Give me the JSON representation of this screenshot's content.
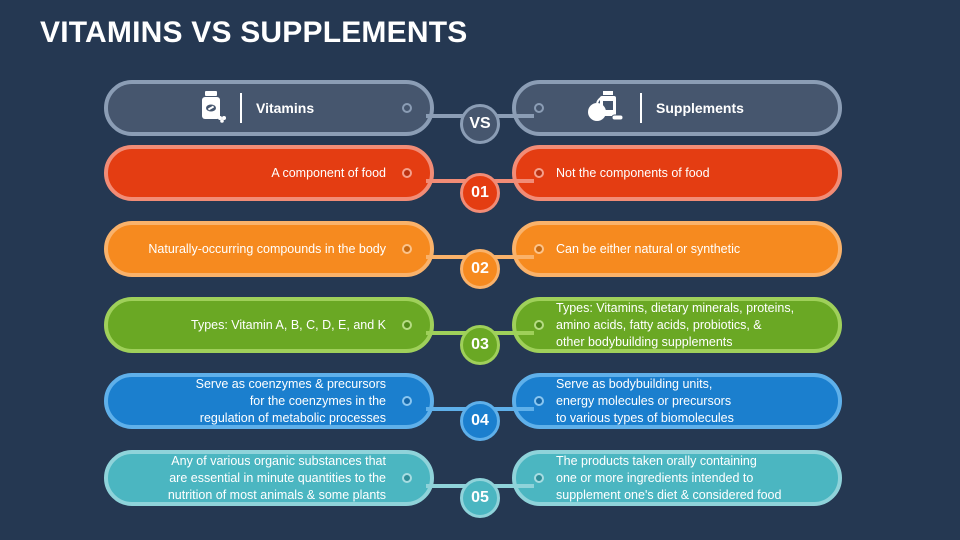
{
  "title": "VITAMINS VS SUPPLEMENTS",
  "header": {
    "left_label": "Vitamins",
    "left_icon": "vitamin-bottle-icon",
    "center_label": "VS",
    "right_label": "Supplements",
    "right_icon": "apple-supplement-icon",
    "fill": "#46566e",
    "border": "#8b9db5"
  },
  "rows": [
    {
      "num": "01",
      "left": "A component of food",
      "right": "Not the components of food",
      "fill": "#e43d12",
      "border": "#f28c76",
      "dot": "#f5a08c",
      "dot_inner": "#b83010"
    },
    {
      "num": "02",
      "left": "Naturally-occurring compounds in the body",
      "right": "Can be either natural or synthetic",
      "fill": "#f68a1f",
      "border": "#fab26a",
      "dot": "#fbc48c",
      "dot_inner": "#c96a10"
    },
    {
      "num": "03",
      "left": "Types: Vitamin A, B, C, D, E, and K",
      "right": "Types: Vitamins, dietary minerals, proteins,\namino acids, fatty acids, probiotics, &\nother bodybuilding supplements",
      "fill": "#6aa824",
      "border": "#9fd05a",
      "dot": "#b6dc84",
      "dot_inner": "#4f8a18"
    },
    {
      "num": "04",
      "left": "Serve as coenzymes & precursors\nfor the coenzymes in the\nregulation of metabolic processes",
      "right": "Serve as bodybuilding units,\nenergy molecules or precursors\nto various types of biomolecules",
      "fill": "#1b7fce",
      "border": "#5fb0ea",
      "dot": "#8ac6f0",
      "dot_inner": "#1466a8"
    },
    {
      "num": "05",
      "left": "Any of various organic substances that\nare essential in minute quantities to the\nnutrition of most animals & some plants",
      "right": "The products taken orally containing\none or more ingredients intended to\nsupplement one's diet & considered food",
      "fill": "#4bb6c1",
      "border": "#8fd3da",
      "dot": "#a8dde2",
      "dot_inner": "#2f8e98"
    }
  ]
}
